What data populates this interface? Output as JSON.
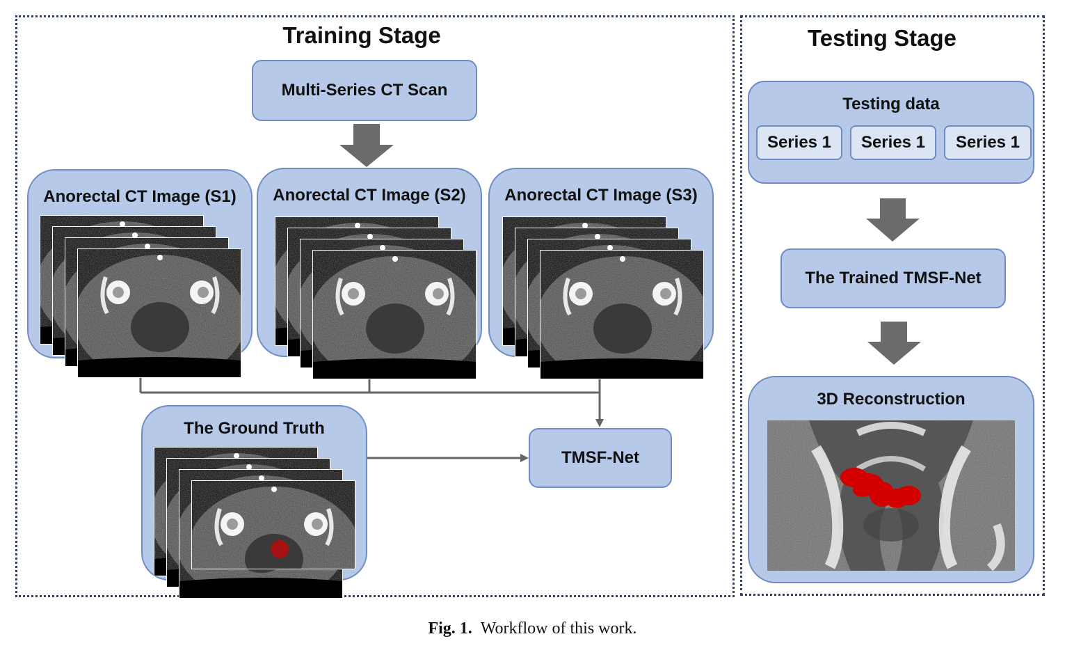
{
  "training": {
    "title": "Training Stage",
    "scan_label": "Multi-Series CT Scan",
    "images": [
      {
        "label": "Anorectal CT Image (S1)"
      },
      {
        "label": "Anorectal CT Image (S2)"
      },
      {
        "label": "Anorectal CT Image (S3)"
      }
    ],
    "ground_truth_label": "The Ground Truth",
    "net_label": "TMSF-Net"
  },
  "testing": {
    "title": "Testing Stage",
    "data_label": "Testing data",
    "series": [
      "Series 1",
      "Series 1",
      "Series 1"
    ],
    "trained_label": "The Trained TMSF-Net",
    "recon_label": "3D Reconstruction"
  },
  "caption": {
    "fig": "Fig. 1.",
    "text": "Workflow of this work."
  },
  "colors": {
    "box_fill": "#b7c9e8",
    "box_border": "#6f8cc2",
    "arrow": "#6b6b6b",
    "connector": "#666666",
    "segmentation": "#d40000"
  }
}
